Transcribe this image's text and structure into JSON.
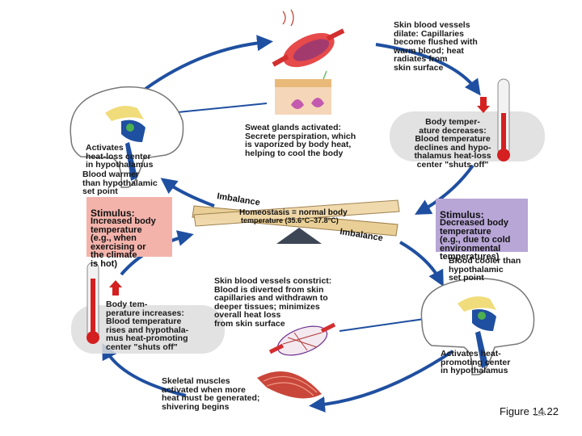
{
  "labels": {
    "dilate": "Skin blood vessels\ndilate: Capillaries\nbecome flushed with\nwarm blood; heat\nradiates from\nskin surface",
    "sweat": "Sweat glands activated:\nSecrete perspiration, which\nis vaporized by body heat,\nhelping to cool the body",
    "temp_decreases": "Body temper-\nature decreases:\nBlood temperature\ndeclines and hypo-\nthalamus heat-loss\ncenter \"shuts off\"",
    "heat_loss_center": "Activates\nheat-loss center\nin hypothalamus",
    "blood_warmer": "Blood warmer\nthan hypothalamic\nset point",
    "blood_cooler": "Blood cooler than\nhypothalamic\nset point",
    "constrict": "Skin blood vessels constrict:\nBlood is diverted from skin\ncapillaries and withdrawn to\ndeeper tissues; minimizes\noverall heat loss\nfrom skin surface",
    "temp_increases": "Body tem-\nperature increases:\nBlood temperature\nrises and hypothala-\nmus heat-promoting\ncenter \"shuts off\"",
    "heat_promoting_center": "Activates heat-\npromoting center\nin hypothalamus",
    "shivering": "Skeletal muscles\nactivated when more\nheat must be generated;\nshivering begins"
  },
  "stimulus_left": {
    "title": "Stimulus:",
    "body": "Increased body\ntemperature\n(e.g., when\nexercising or\nthe climate\nis hot)"
  },
  "stimulus_right": {
    "title": "Stimulus:",
    "body": "Decreased body\ntemperature\n(e.g., due to cold\nenvironmental\ntemperatures)"
  },
  "seesaw": {
    "imbalance_top": "Imbalance",
    "imbalance_bottom": "Imbalance",
    "homeostasis": "Homeostasis = normal body",
    "range": "temperature (35.6°C–37.8°C)"
  },
  "figure": {
    "label": "Figure 14.22",
    "page": "119"
  },
  "colors": {
    "arrow": "#1f4fa0",
    "stimulus_left_bg": "#f3b3ab",
    "stimulus_right_bg": "#b7a6d6",
    "thermometer_red": "#d42020"
  },
  "icons": [
    "brain-icon",
    "thermometer-icon",
    "red-arrow-icon",
    "blood-vessel-icon",
    "skin-icon",
    "muscle-icon",
    "seesaw-icon"
  ]
}
